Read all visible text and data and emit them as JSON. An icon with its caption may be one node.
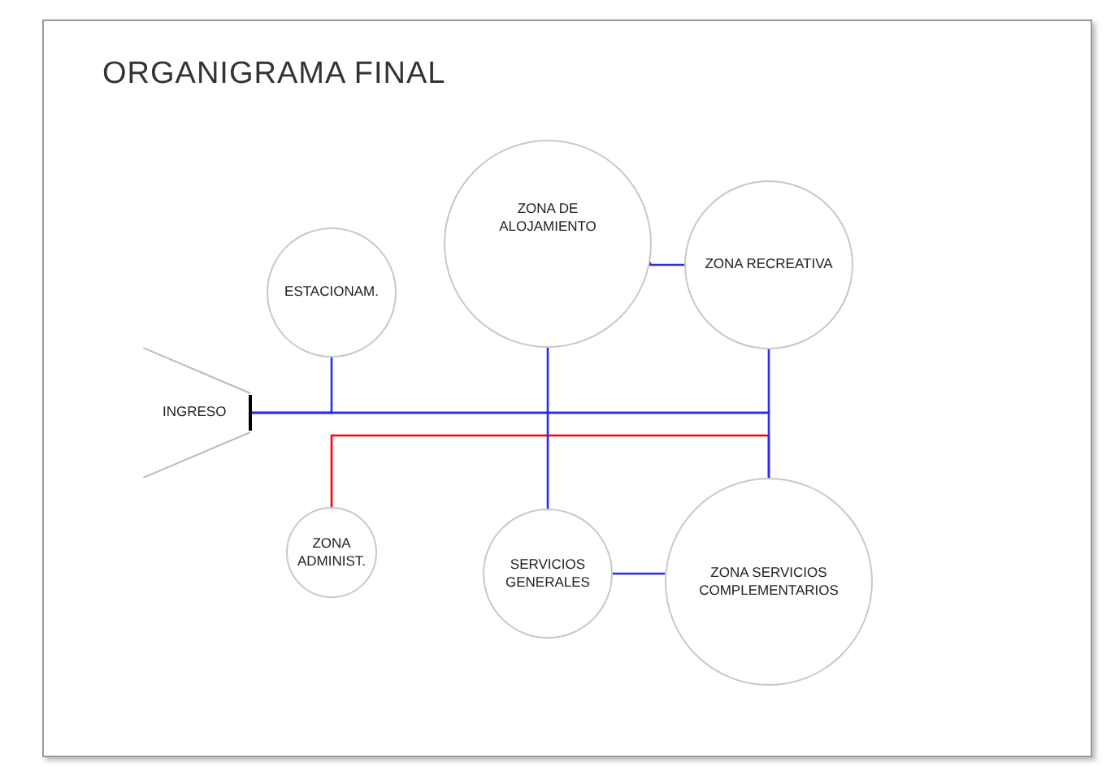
{
  "diagram": {
    "title": "ORGANIGRAMA FINAL",
    "nodes": [
      {
        "text": [
          "ESTACIONAM."
        ]
      },
      {
        "text": [
          "ZONA DE ALOJAMIENTO"
        ]
      },
      {
        "text": [
          "ZONA RECREATIVA"
        ]
      },
      {
        "text": [
          "INGRESO"
        ]
      },
      {
        "text": [
          "ZONA ADMINIST."
        ]
      },
      {
        "text": [
          "SERVICIOS GENERALES"
        ]
      },
      {
        "text": [
          "ZONA SERVICIOS COMPLEMENTARIOS"
        ]
      }
    ],
    "edges": [
      {
        "from": 4,
        "to": 6,
        "arrow": "none",
        "color": "#ff0000"
      },
      {
        "from": 3,
        "to": 0,
        "arrow": "none"
      },
      {
        "from": 3,
        "to": 2,
        "arrow": "none"
      },
      {
        "from": 3,
        "to": 6,
        "arrow": "none"
      },
      {
        "from": 1,
        "to": 2,
        "arrow": "none"
      },
      {
        "from": 1,
        "to": 5,
        "arrow": "none"
      },
      {
        "from": 5,
        "to": 6,
        "arrow": "none"
      }
    ]
  }
}
